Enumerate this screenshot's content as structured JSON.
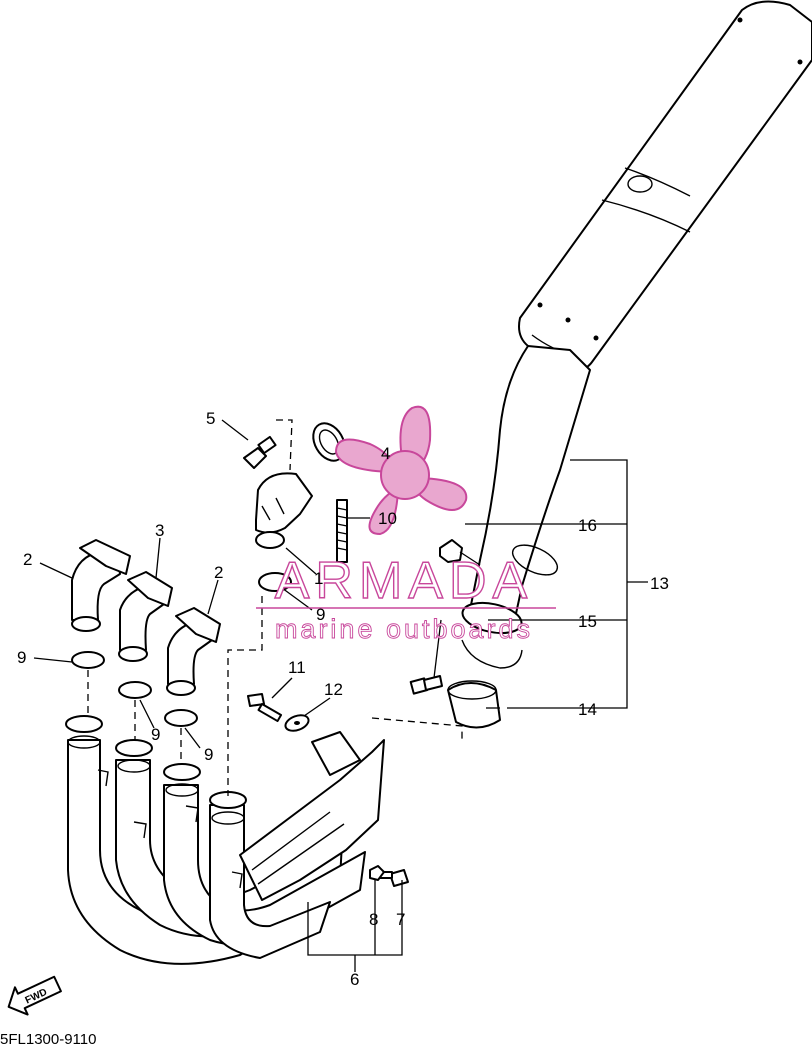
{
  "diagram": {
    "drawing_code": "5FL1300-9110",
    "fwd_label": "FWD",
    "callouts": [
      {
        "id": "c1",
        "text": "1"
      },
      {
        "id": "c2a",
        "text": "2"
      },
      {
        "id": "c2b",
        "text": "2"
      },
      {
        "id": "c3",
        "text": "3"
      },
      {
        "id": "c4",
        "text": "4"
      },
      {
        "id": "c5",
        "text": "5"
      },
      {
        "id": "c6",
        "text": "6"
      },
      {
        "id": "c7",
        "text": "7"
      },
      {
        "id": "c8",
        "text": "8"
      },
      {
        "id": "c9a",
        "text": "9"
      },
      {
        "id": "c9b",
        "text": "9"
      },
      {
        "id": "c9c",
        "text": "9"
      },
      {
        "id": "c9d",
        "text": "9"
      },
      {
        "id": "c10",
        "text": "10"
      },
      {
        "id": "c11",
        "text": "11"
      },
      {
        "id": "c12",
        "text": "12"
      },
      {
        "id": "c13",
        "text": "13"
      },
      {
        "id": "c14",
        "text": "14"
      },
      {
        "id": "c15",
        "text": "15"
      },
      {
        "id": "c16",
        "text": "16"
      }
    ]
  },
  "watermark": {
    "brand": "ARMADA",
    "tagline": "marine outboards",
    "logo_icon": "propeller-icon",
    "color": "#c8479b",
    "fill_color": "#e9a7cf"
  }
}
